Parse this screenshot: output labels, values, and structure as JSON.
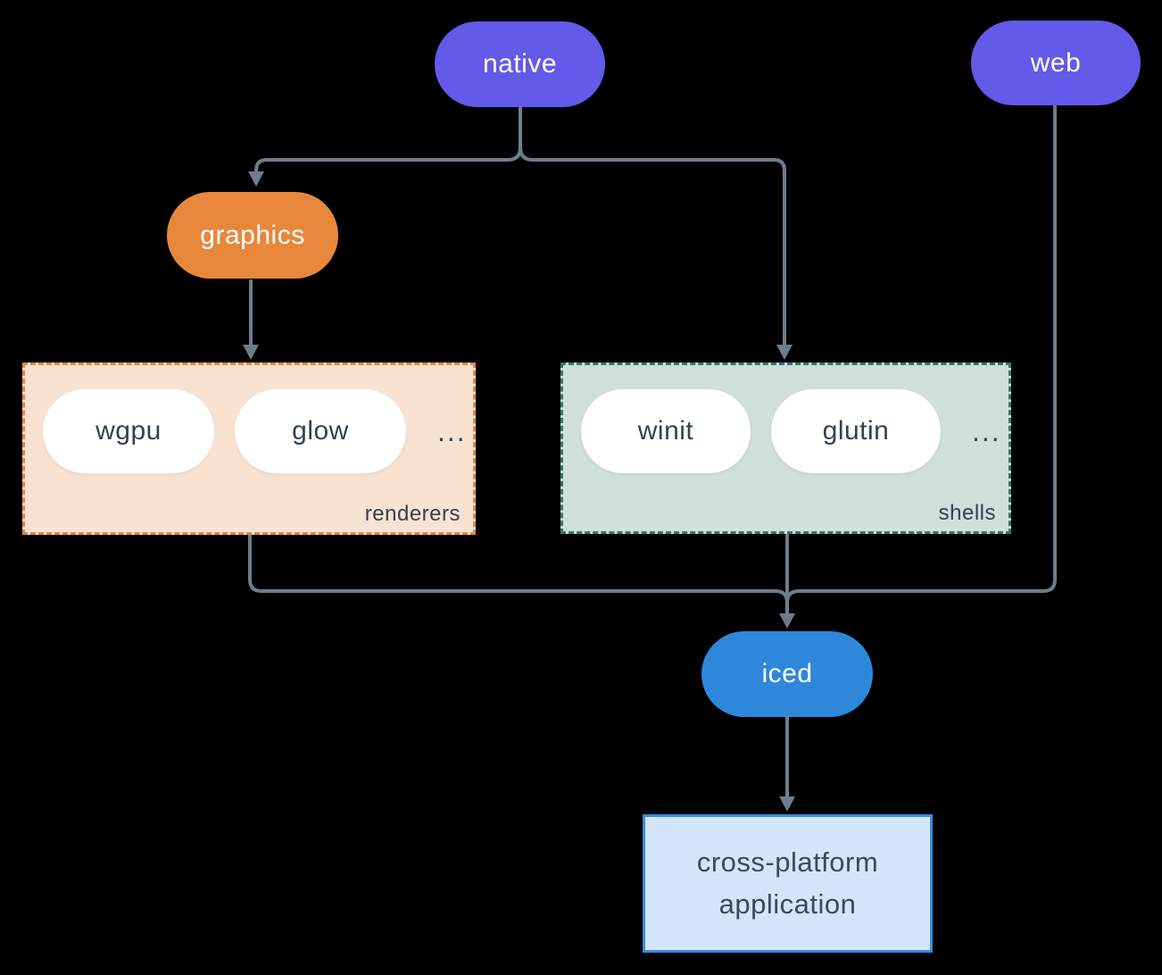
{
  "diagram": {
    "background": "#000000",
    "connector_color": "#6C7D8C",
    "nodes": {
      "native": {
        "label": "native",
        "color": "#6459E8",
        "text_color": "#FFFFFF"
      },
      "web": {
        "label": "web",
        "color": "#6459E8",
        "text_color": "#FFFFFF"
      },
      "graphics": {
        "label": "graphics",
        "color": "#E8873C",
        "text_color": "#FFFFFF"
      },
      "iced": {
        "label": "iced",
        "color": "#2E87DA",
        "text_color": "#FFFFFF"
      },
      "app": {
        "line1": "cross-platform",
        "line2": "application",
        "fill": "#D3E5F8",
        "border": "#3C8BDB",
        "text_color": "#3A4A58"
      }
    },
    "groups": {
      "renderers": {
        "label": "renderers",
        "items": [
          "wgpu",
          "glow"
        ],
        "more": "...",
        "fill": "#F8E3D3",
        "border": "#DF8843",
        "item_text_color": "#33424E"
      },
      "shells": {
        "label": "shells",
        "items": [
          "winit",
          "glutin"
        ],
        "more": "...",
        "fill": "#CFE0DA",
        "border": "#2F7A68",
        "item_text_color": "#33424E"
      }
    }
  }
}
